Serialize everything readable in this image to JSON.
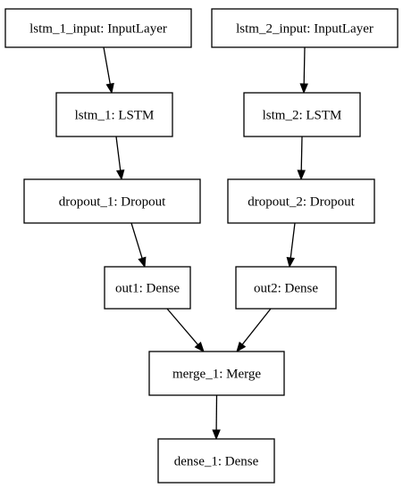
{
  "nodes": [
    {
      "id": "lstm_1_input",
      "label": "lstm_1_input: InputLayer"
    },
    {
      "id": "lstm_2_input",
      "label": "lstm_2_input: InputLayer"
    },
    {
      "id": "lstm_1",
      "label": "lstm_1: LSTM"
    },
    {
      "id": "lstm_2",
      "label": "lstm_2: LSTM"
    },
    {
      "id": "dropout_1",
      "label": "dropout_1: Dropout"
    },
    {
      "id": "dropout_2",
      "label": "dropout_2: Dropout"
    },
    {
      "id": "out1",
      "label": "out1: Dense"
    },
    {
      "id": "out2",
      "label": "out2: Dense"
    },
    {
      "id": "merge_1",
      "label": "merge_1: Merge"
    },
    {
      "id": "dense_1",
      "label": "dense_1: Dense"
    }
  ],
  "edges": [
    {
      "from": "lstm_1_input",
      "to": "lstm_1"
    },
    {
      "from": "lstm_2_input",
      "to": "lstm_2"
    },
    {
      "from": "lstm_1",
      "to": "dropout_1"
    },
    {
      "from": "lstm_2",
      "to": "dropout_2"
    },
    {
      "from": "dropout_1",
      "to": "out1"
    },
    {
      "from": "dropout_2",
      "to": "out2"
    },
    {
      "from": "out1",
      "to": "merge_1"
    },
    {
      "from": "out2",
      "to": "merge_1"
    },
    {
      "from": "merge_1",
      "to": "dense_1"
    }
  ]
}
